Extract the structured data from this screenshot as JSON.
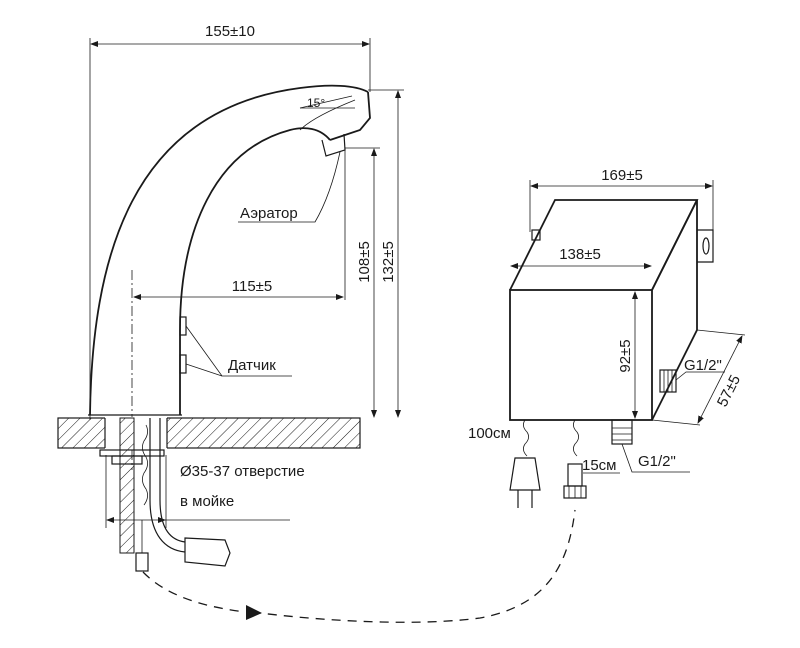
{
  "labels": {
    "faucet_width": "155±10",
    "spout_angle": "15°",
    "aerator": "Аэратор",
    "spout_height": "108±5",
    "total_height": "132±5",
    "reach": "115±5",
    "sensor": "Датчик",
    "hole_line1": "Ø35-37 отверстие",
    "hole_line2": "в мойке",
    "box_width": "169±5",
    "box_front_width": "138±5",
    "box_height": "92±5",
    "box_depth": "57±5",
    "thread_side": "G1/2\"",
    "thread_bottom": "G1/2\"",
    "cable_length": "100см",
    "hose_length": "15см"
  }
}
